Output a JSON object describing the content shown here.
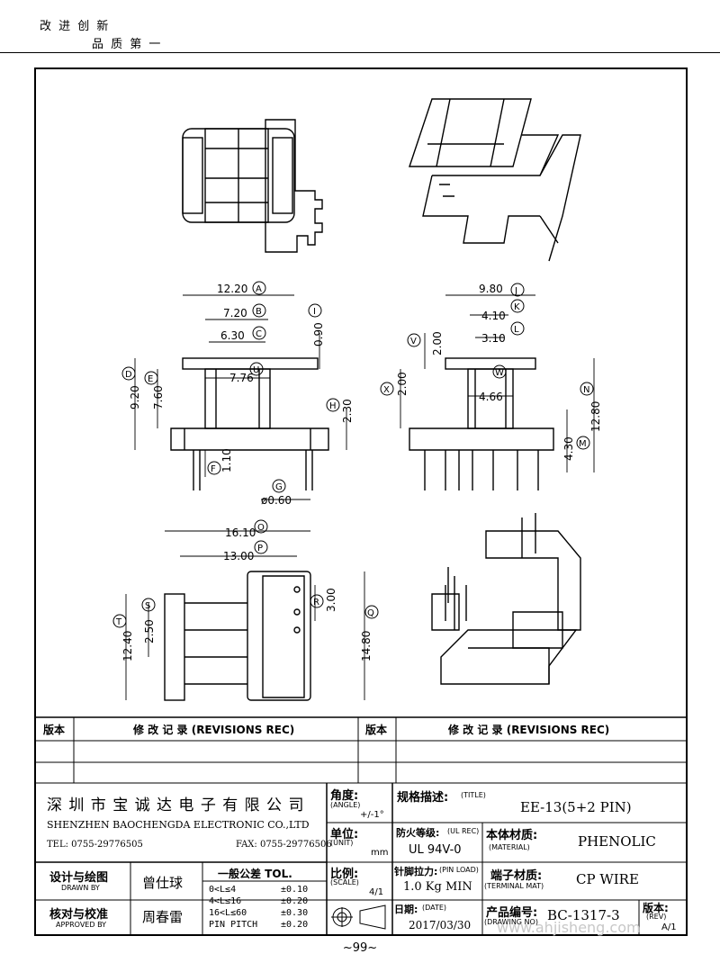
{
  "header": {
    "slogan_line1": "改 进 创 新",
    "slogan_line2": "品 质 第 一"
  },
  "dimensions": {
    "A": "12.20",
    "B": "7.20",
    "C": "6.30",
    "D": "9.20",
    "E": "7.60",
    "F": "1.10",
    "G": "ø0.60",
    "H": "2.30",
    "I": "0.90",
    "U": "7.76",
    "J": "9.80",
    "K": "4.10",
    "L": "3.10",
    "V": "2.00",
    "X": "2.00",
    "W": "4.66",
    "N": "12.80",
    "M": "4.30",
    "O": "16.10",
    "P": "13.00",
    "R": "3.00",
    "S": "2.50",
    "T": "12.40",
    "Q": "14.80"
  },
  "dim_letters": [
    "A",
    "B",
    "C",
    "D",
    "E",
    "F",
    "G",
    "H",
    "I",
    "U",
    "J",
    "K",
    "L",
    "V",
    "X",
    "W",
    "N",
    "M",
    "O",
    "P",
    "R",
    "S",
    "T",
    "Q"
  ],
  "revisions": {
    "col_ban": "版本",
    "col_record": "修 改 记 录  (REVISIONS REC)"
  },
  "title_block": {
    "company_cn": "深 圳 市 宝 诚 达 电 子 有 限 公 司",
    "company_en": "SHENZHEN BAOCHENGDA ELECTRONIC CO.,LTD",
    "tel": "TEL: 0755-29776505",
    "fax": "FAX: 0755-29776506",
    "angle_label": "角度:",
    "angle_en": "(ANGLE)",
    "angle_value": "+/-1°",
    "unit_label": "单位:",
    "unit_en": "(UNIT)",
    "unit_value": "mm",
    "scale_label": "比例:",
    "scale_en": "(SCALE)",
    "scale_value": "4/1",
    "title_label": "规格描述:",
    "title_en": "(TITLE)",
    "title_value": "EE-13(5+2 PIN)",
    "ul_label": "防火等级:",
    "ul_en": "(UL REC)",
    "ul_value": "UL 94V-0",
    "material_label": "本体材质:",
    "material_en": "(MATERIAL)",
    "material_value": "PHENOLIC",
    "pin_load_label": "针脚拉力:",
    "pin_load_en": "(PIN LOAD)",
    "pin_load_value": "1.0 Kg MIN",
    "terminal_label": "端子材质:",
    "terminal_en": "(TERMINAL MAT)",
    "terminal_value": "CP WIRE",
    "date_label": "日期:",
    "date_en": "(DATE)",
    "date_value": "2017/03/30",
    "drawing_no_label": "产品编号:",
    "drawing_no_en": "(DRAWING NO)",
    "drawing_no_value": "BC-1317-3",
    "rev_label": "版本:",
    "rev_en": "(REV)",
    "rev_value": "A/1",
    "drawn_label": "设计与绘图",
    "drawn_en": "DRAWN BY",
    "drawn_value": "曾仕球",
    "approved_label": "核对与校准",
    "approved_en": "APPROVED BY",
    "approved_value": "周春雷",
    "tol_title": "一般公差 TOL.",
    "tol_rows": [
      {
        "range": "0<L≤4",
        "value": "±0.10"
      },
      {
        "range": "4<L≤16",
        "value": "±0.20"
      },
      {
        "range": "16<L≤60",
        "value": "±0.30"
      },
      {
        "range": "PIN PITCH",
        "value": "±0.20"
      }
    ]
  },
  "watermark": "www.ahjisheng.com",
  "page_number": "~99~"
}
